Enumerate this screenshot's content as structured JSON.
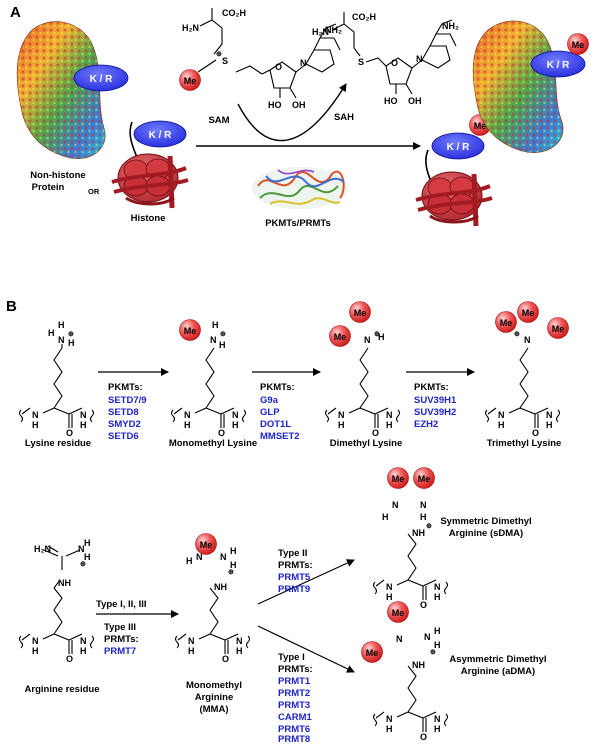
{
  "panels": {
    "a": "A",
    "b": "B"
  },
  "panel_a": {
    "sam_label": "SAM",
    "sah_label": "SAH",
    "nonhistone_label_1": "Non-histone",
    "nonhistone_label_2": "Protein",
    "or_label": "OR",
    "histone_label": "Histone",
    "enzyme_label": "PKMTs/PRMTs",
    "kr_label": "K / R",
    "me_label": "Me",
    "chem": {
      "co2h": "CO₂H",
      "h2n": "H₂N",
      "nh2": "NH₂",
      "s": "S",
      "ho": "HO",
      "oh": "OH",
      "o": "O",
      "n": "N",
      "plus": "⊕"
    }
  },
  "panel_b": {
    "lysine_residue": "Lysine residue",
    "monomethyl_lysine": "Monomethyl Lysine",
    "dimethyl_lysine": "Dimethyl Lysine",
    "trimethyl_lysine": "Trimethyl Lysine",
    "pkmts_label": "PKMTs:",
    "step1_enzymes": [
      "SETD7/9",
      "SETD8",
      "SMYD2",
      "SETD6"
    ],
    "step2_enzymes": [
      "G9a",
      "GLP",
      "DOT1L",
      "MMSET2"
    ],
    "step3_enzymes": [
      "SUV39H1",
      "SUV39H2",
      "EZH2"
    ],
    "arginine_residue": "Arginine residue",
    "type_123": "Type I, II, III",
    "type_iii": "Type III",
    "prmts_label": "PRMTs:",
    "prmt7": "PRMT7",
    "mma_1": "Monomethyl",
    "mma_2": "Arginine",
    "mma_3": "(MMA)",
    "type_ii": "Type II",
    "type_ii_enzymes": [
      "PRMT5",
      "PRMT9"
    ],
    "type_i": "Type I",
    "type_i_enzymes": [
      "PRMT1",
      "PRMT2",
      "PRMT3",
      "CARM1",
      "PRMT6",
      "PRMT8"
    ],
    "sdma_1": "Symmetric Dimethyl",
    "sdma_2": "Arginine (sDMA)",
    "adma_1": "Asymmetric Dimethyl",
    "adma_2": "Arginine (aDMA)",
    "chem": {
      "h": "H",
      "n": "N",
      "o": "O",
      "plus": "⊕"
    }
  },
  "colors": {
    "enzyme_text": "#1d24c9",
    "me_ball": "#ee3333",
    "kr_ellipse": "#2323e8",
    "histone": "#c8292f"
  }
}
